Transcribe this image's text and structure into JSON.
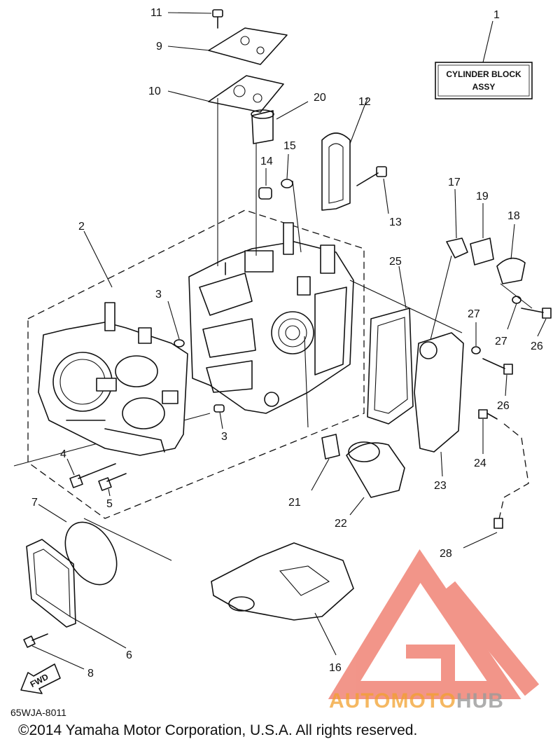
{
  "title_box": {
    "line1": "CYLINDER BLOCK",
    "line2": "ASSY"
  },
  "callouts": {
    "c1": "1",
    "c2": "2",
    "c3a": "3",
    "c3b": "3",
    "c4": "4",
    "c5": "5",
    "c6": "6",
    "c7": "7",
    "c8": "8",
    "c9": "9",
    "c10": "10",
    "c11": "11",
    "c12": "12",
    "c13": "13",
    "c14": "14",
    "c15": "15",
    "c16": "16",
    "c17": "17",
    "c18": "18",
    "c19": "19",
    "c20": "20",
    "c21": "21",
    "c22": "22",
    "c23": "23",
    "c24": "24",
    "c25": "25",
    "c26a": "26",
    "c26b": "26",
    "c27a": "27",
    "c27b": "27",
    "c28": "28"
  },
  "fwd_label": "FWD",
  "diagram_code": "65WJA-8011",
  "copyright": "©2014 Yamaha Motor Corporation, U.S.A. All rights reserved.",
  "watermark": {
    "part1": "AUTOMOTO",
    "part2": "HUB"
  },
  "colors": {
    "ink": "#111111",
    "watermark_red": "#e8402a",
    "watermark_orange": "#f2a02e",
    "watermark_gray": "#9a9a9a"
  }
}
